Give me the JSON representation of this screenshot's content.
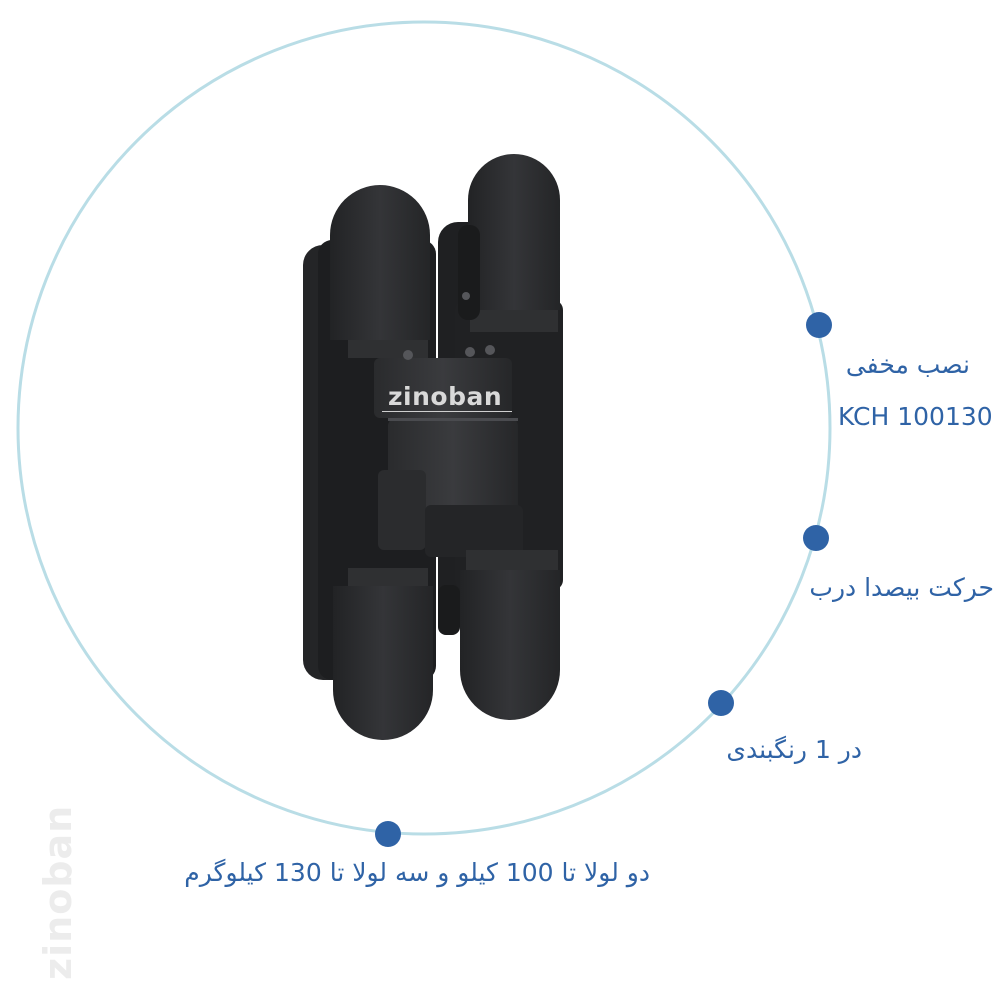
{
  "features": {
    "concealed_install": "نصب مخفی",
    "model_code": "KCH 100130",
    "silent_motion": "حرکت بیصدا درب",
    "colors": "در 1 رنگبندی",
    "load_capacity": "دو لولا تا 100 کیلو و سه لولا تا 130 کیلوگرم"
  },
  "watermark": {
    "side_text": "zinoban",
    "center_text": "zinoban"
  },
  "colors": {
    "circle_stroke": "#b9dde6",
    "dot": "#2f63a6",
    "label_text": "#2f63a6",
    "hinge_body": "#2c2d2f",
    "hinge_dark": "#1b1c1d",
    "hinge_light": "#3e3f42"
  }
}
